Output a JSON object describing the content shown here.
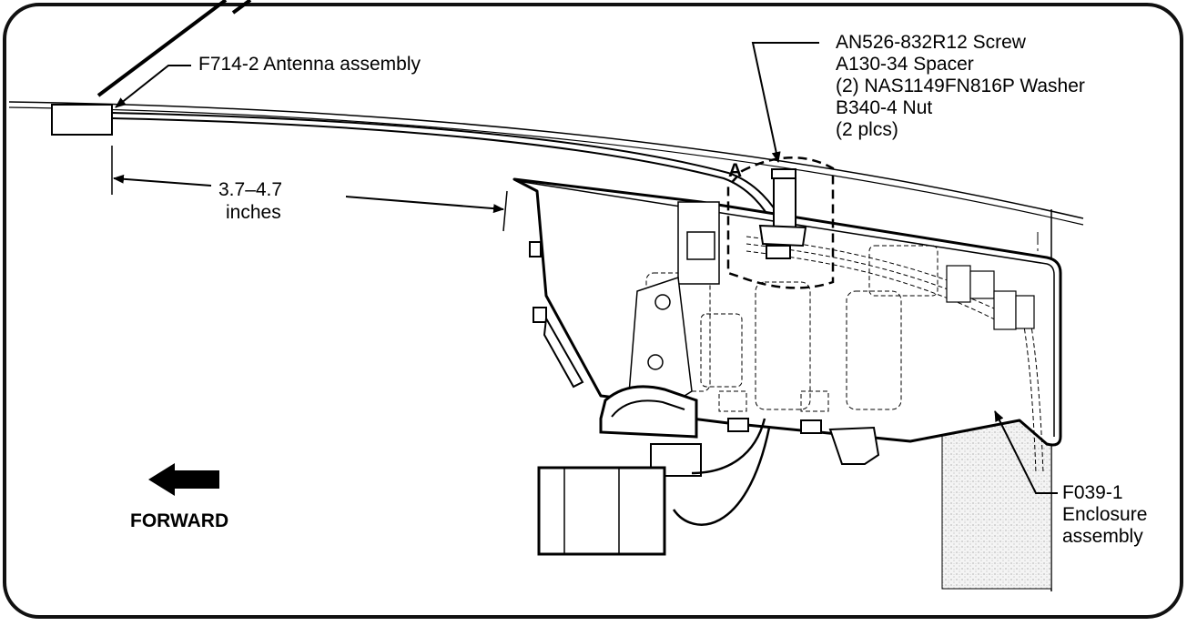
{
  "callouts": {
    "antenna": "F714-2 Antenna assembly",
    "dimension_value": "3.7–4.7",
    "dimension_unit": "inches",
    "hardware": [
      "AN526-832R12 Screw",
      "A130-34 Spacer",
      "(2) NAS1149FN816P Washer",
      "B340-4 Nut",
      "(2 plcs)"
    ],
    "detail_marker": "A",
    "enclosure": [
      "F039-1",
      "Enclosure",
      "assembly"
    ],
    "direction": "FORWARD"
  },
  "colors": {
    "ink": "#000000",
    "frame": "#111111",
    "background": "#ffffff",
    "stipple": "#e9e9e9"
  },
  "icons": {
    "direction_arrow": "arrow-left-icon"
  }
}
